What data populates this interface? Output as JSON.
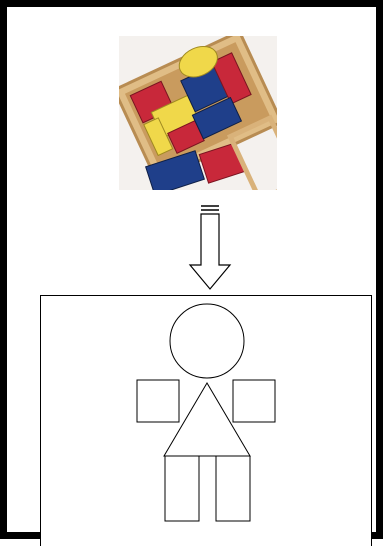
{
  "colors": {
    "frame_border": "#000000",
    "background": "#ffffff",
    "line": "#000000",
    "block_red": "#c8283a",
    "block_yellow": "#f0d84a",
    "block_blue": "#1f3f8a",
    "box_wood": "#d9b27a"
  },
  "photo": {
    "subject": "wooden-toy-blocks-in-tray",
    "icon_name": "building-blocks-photo"
  },
  "arrow": {
    "direction": "down",
    "icon_name": "down-arrow-icon"
  },
  "figure": {
    "shapes": [
      "circle",
      "square",
      "triangle",
      "square",
      "rectangle",
      "rectangle"
    ]
  }
}
